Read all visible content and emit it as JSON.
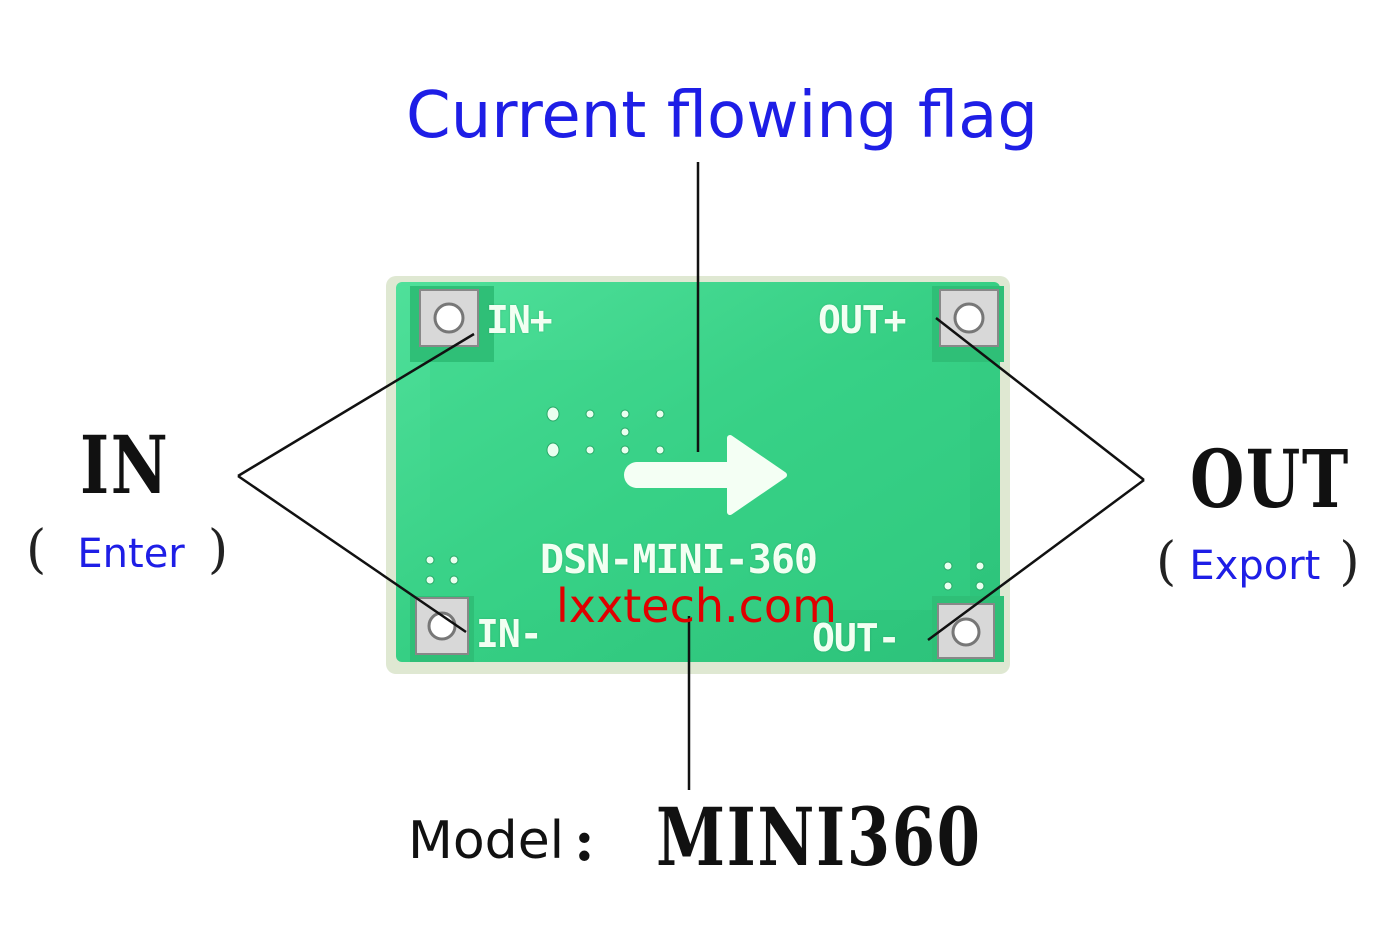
{
  "title": "Current flowing flag",
  "input": {
    "label": "IN",
    "sublabel": "Enter",
    "paren_open": "(",
    "paren_close": ")"
  },
  "output": {
    "label": "OUT",
    "sublabel": "Export",
    "paren_open": "(",
    "paren_close": ")"
  },
  "model": {
    "label": "Model",
    "colon": ":",
    "value": "MINI360"
  },
  "board": {
    "name": "DSN-MINI-360",
    "pins": {
      "in_plus": "IN+",
      "in_minus": "IN-",
      "out_plus": "OUT+",
      "out_minus": "OUT-"
    }
  },
  "watermark": "lxxtech.com",
  "colors": {
    "annotation_blue": "#1e1ee6",
    "board_green": "#3fd48a",
    "watermark_red": "#e00000"
  }
}
